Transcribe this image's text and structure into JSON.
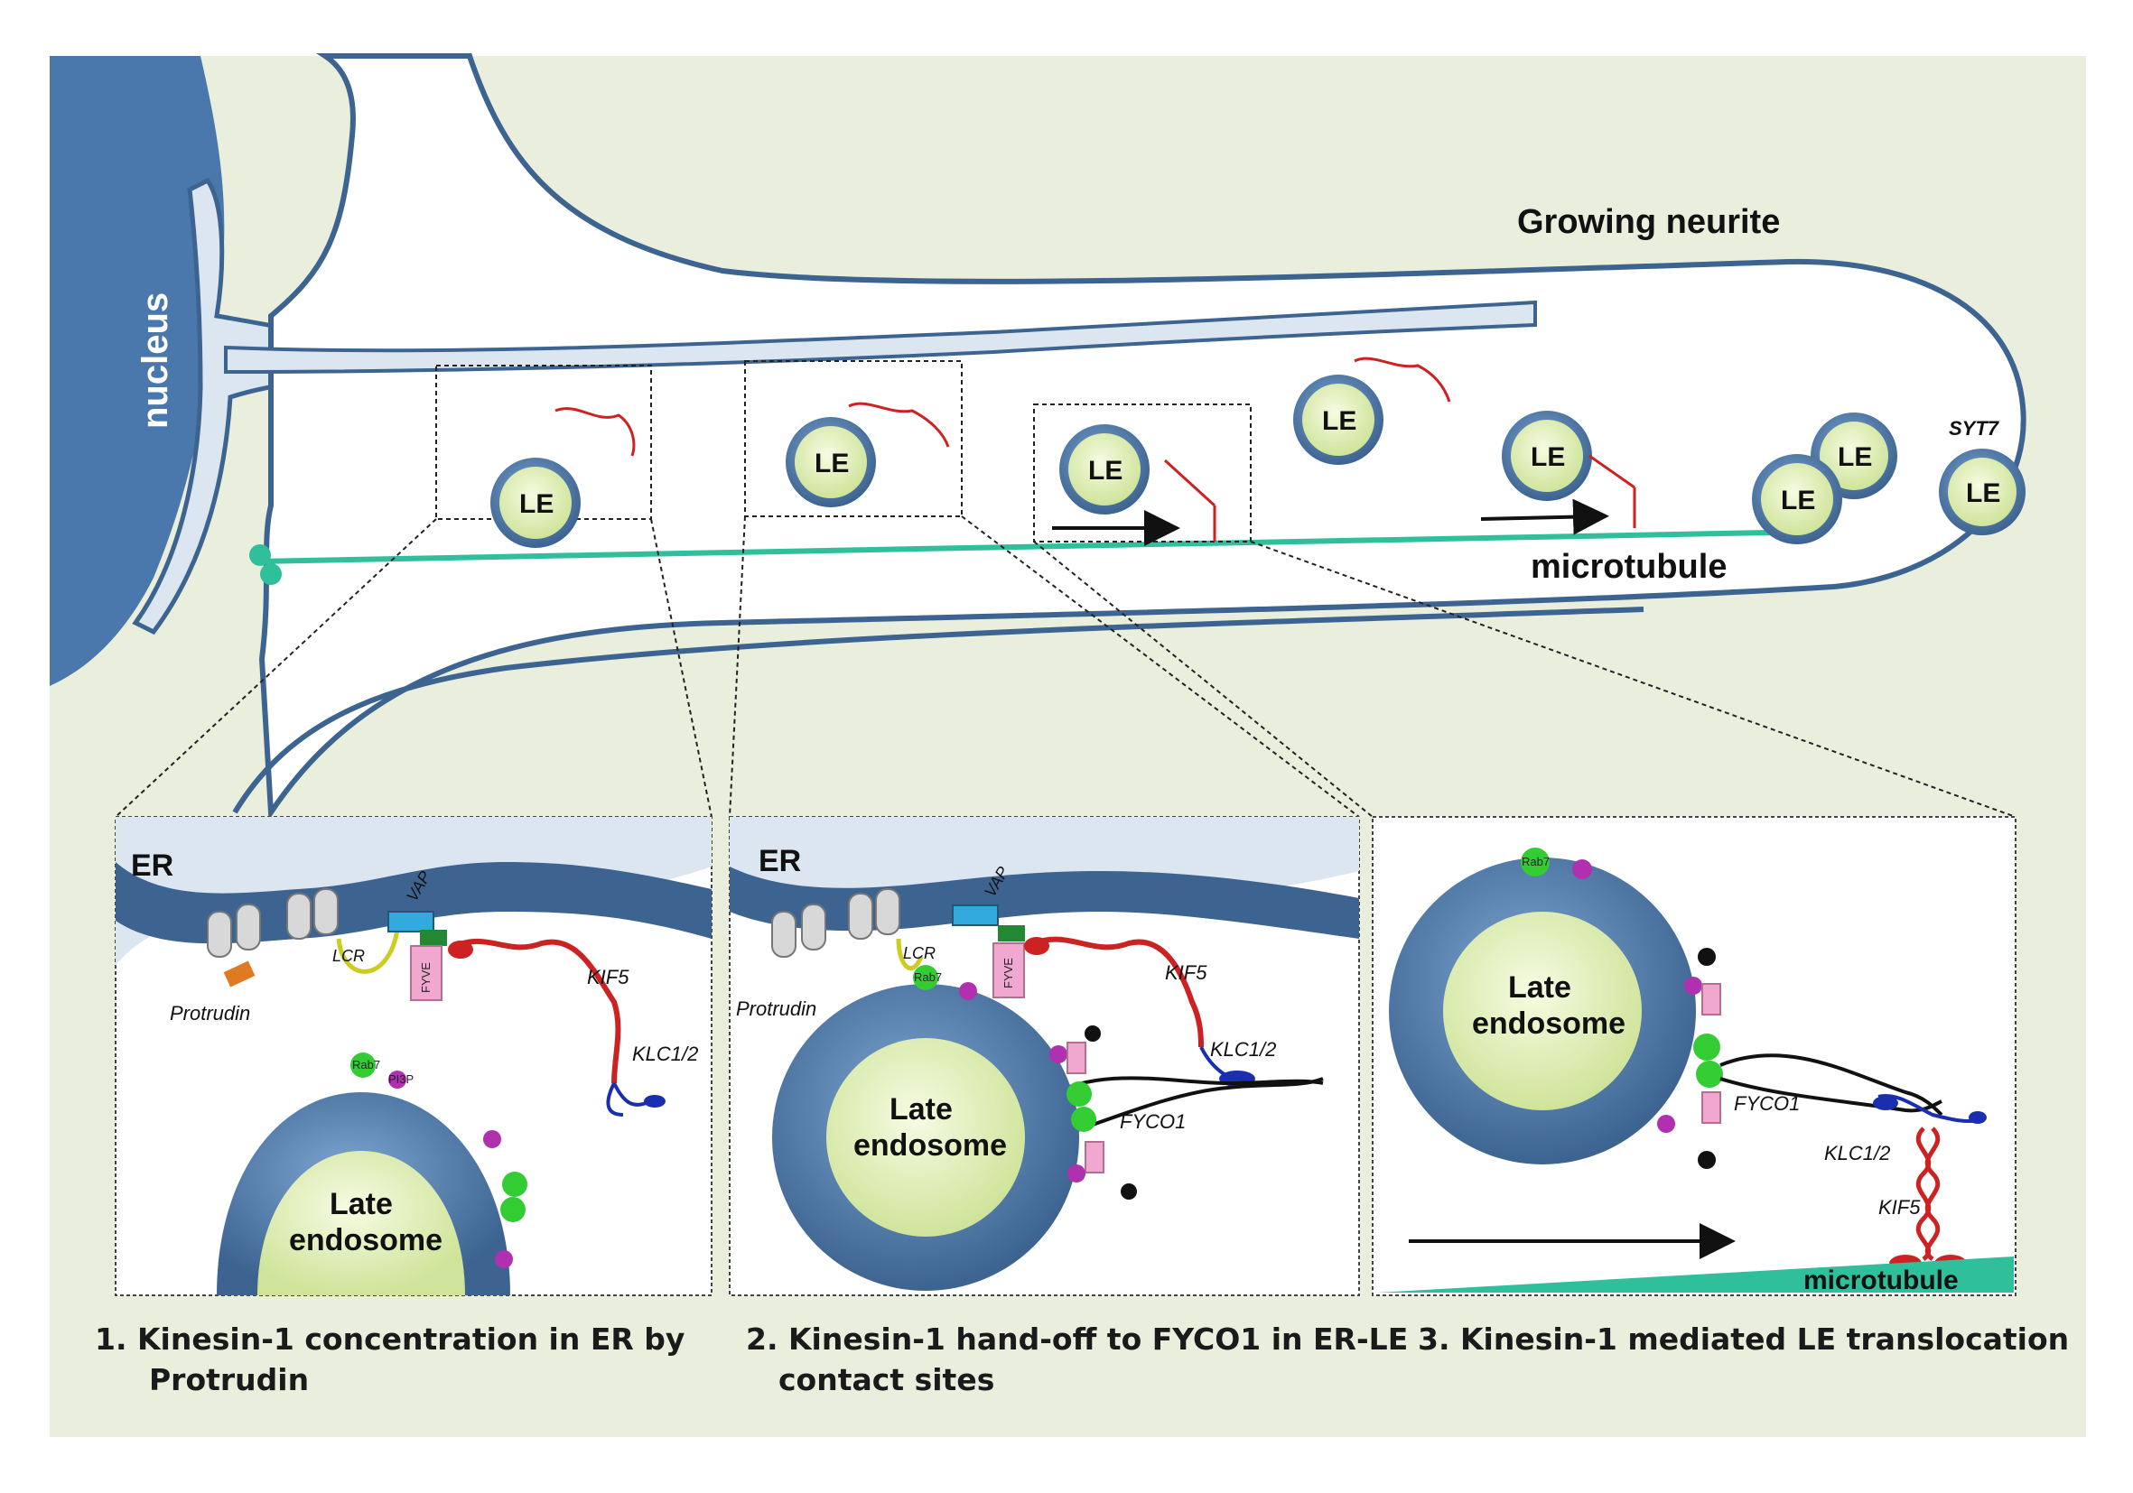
{
  "labels": {
    "nucleus": "nucleus",
    "growing_neurite": "Growing neurite",
    "microtubule": "microtubule",
    "syt7": "SYT7",
    "le": "LE",
    "er": "ER",
    "protrudin": "Protrudin",
    "lcr": "LCR",
    "vap": "VAP",
    "fyve": "FYVE",
    "kif5": "KIF5",
    "klc": "KLC1/2",
    "rab7": "Rab7",
    "pi3p": "PI3P",
    "fyco1": "FYCO1",
    "late": "Late",
    "endosome": "endosome"
  },
  "captions": {
    "c1_line1": "1.   Kinesin-1 concentration in ER by",
    "c1_line2": "Protrudin",
    "c2_line1": "2. Kinesin-1 hand-off to FYCO1 in ER-LE",
    "c2_line2": "contact sites",
    "c3_line1": "3. Kinesin-1 mediated LE translocation"
  },
  "colors": {
    "background": "#e9eedd",
    "nucleus": "#4a78ad",
    "er_membrane": "#3d6491",
    "er_lumen": "#dbe6f1",
    "endosome_core": "#e6f3c0",
    "microtubule": "#2fbf9a",
    "kif5": "#cc2222",
    "klc": "#1a2fb0",
    "rab7": "#33cc33",
    "pi3p": "#b030b0",
    "fyve": "#f0a8d0"
  }
}
